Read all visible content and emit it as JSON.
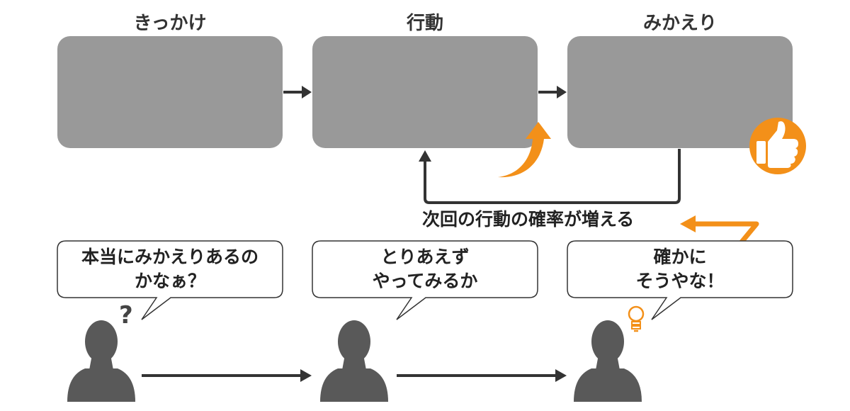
{
  "stages": [
    {
      "title": "きっかけ"
    },
    {
      "title": "行動"
    },
    {
      "title": "みかえり"
    }
  ],
  "feedback_caption": "次回の行動の確率が増える",
  "persons": [
    {
      "speech_line1": "本当にみかえりあるの",
      "speech_line2": "かなぁ？",
      "mark": "?"
    },
    {
      "speech_line1": "とりあえず",
      "speech_line2": "やってみるか"
    },
    {
      "speech_line1": "確かに",
      "speech_line2": "そうやな！"
    }
  ],
  "icons": [
    "thumbs-up-icon",
    "lightbulb-icon",
    "question-mark-icon",
    "person-icon"
  ],
  "colors": {
    "box": "#999999",
    "accent": "#F39019",
    "dark": "#333333",
    "person": "#595959"
  }
}
